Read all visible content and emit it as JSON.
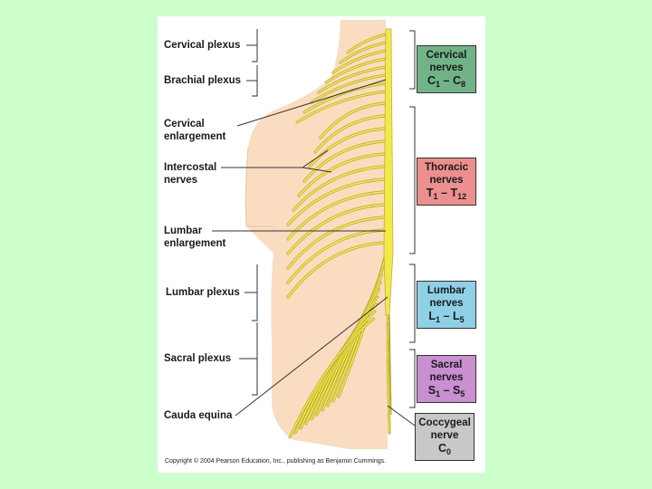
{
  "labels": {
    "cervical_plexus": "Cervical plexus",
    "brachial_plexus": "Brachial plexus",
    "cervical_enlargement_1": "Cervical",
    "cervical_enlargement_2": "enlargement",
    "intercostal_1": "Intercostal",
    "intercostal_2": "nerves",
    "lumbar_enlargement_1": "Lumbar",
    "lumbar_enlargement_2": "enlargement",
    "lumbar_plexus": "Lumbar plexus",
    "sacral_plexus": "Sacral plexus",
    "cauda_equina": "Cauda equina"
  },
  "boxes": {
    "cervical": {
      "line1": "Cervical",
      "line2": "nerves",
      "range_a": "C",
      "sub_a": "1",
      "sep": " – ",
      "range_b": "C",
      "sub_b": "8",
      "color": "#6fb386"
    },
    "thoracic": {
      "line1": "Thoracic",
      "line2": "nerves",
      "range_a": "T",
      "sub_a": "1",
      "sep": " – ",
      "range_b": "T",
      "sub_b": "12",
      "color": "#ee8f8f"
    },
    "lumbar": {
      "line1": "Lumbar",
      "line2": "nerves",
      "range_a": "L",
      "sub_a": "1",
      "sep": " – ",
      "range_b": "L",
      "sub_b": "5",
      "color": "#8fd0e6"
    },
    "sacral": {
      "line1": "Sacral",
      "line2": "nerves",
      "range_a": "S",
      "sub_a": "1",
      "sep": " – ",
      "range_b": "S",
      "sub_b": "5",
      "color": "#c98fd0"
    },
    "coccygeal": {
      "line1": "Coccygeal",
      "line2": "nerve",
      "range_a": "C",
      "sub_a": "0",
      "color": "#c8c8c8"
    }
  },
  "copyright": "Copyright © 2004 Pearson Education, Inc., publishing as Benjamin Cummings.",
  "colors": {
    "background": "#ccffcc",
    "skin": "#fadcc0",
    "nerve": "#f2e84a",
    "nerve_outline": "#b8a830"
  }
}
